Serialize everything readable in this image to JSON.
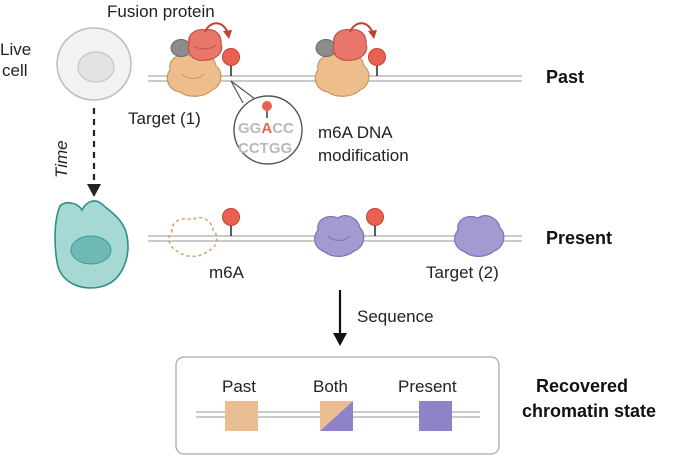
{
  "labels": {
    "live_cell_line1": "Live",
    "live_cell_line2": "cell",
    "fusion_protein": "Fusion protein",
    "target1": "Target (1)",
    "m6a_dna_line1": "m6A DNA",
    "m6a_dna_line2": "modification",
    "time": "Time",
    "past_row": "Past",
    "present_row": "Present",
    "m6a": "m6A",
    "target2": "Target (2)",
    "sequence": "Sequence",
    "recovered_line1": "Recovered",
    "recovered_line2": "chromatin state"
  },
  "sequence_zoom": {
    "top_prefix": "GG",
    "top_highlight": "A",
    "top_suffix": "CC",
    "bottom": "CCTGG"
  },
  "legend": {
    "past": "Past",
    "both": "Both",
    "present": "Present"
  },
  "colors": {
    "past_protein": "#edbd8c",
    "present_protein": "#a49ad2",
    "m6a_mark": "#e8634f",
    "fusion": "#e9766a",
    "cell_past_fill": "#efefef",
    "cell_present_fill": "#9fd5d2",
    "dna_strand": "#c9c9c9",
    "legend_past": "#ebbd93",
    "legend_present": "#8f82c8"
  },
  "icons": [
    "live-cell-icon",
    "fusion-protein-icon",
    "target-protein-icon",
    "m6a-mark-icon",
    "time-arrow-icon",
    "sequence-arrow-icon"
  ]
}
